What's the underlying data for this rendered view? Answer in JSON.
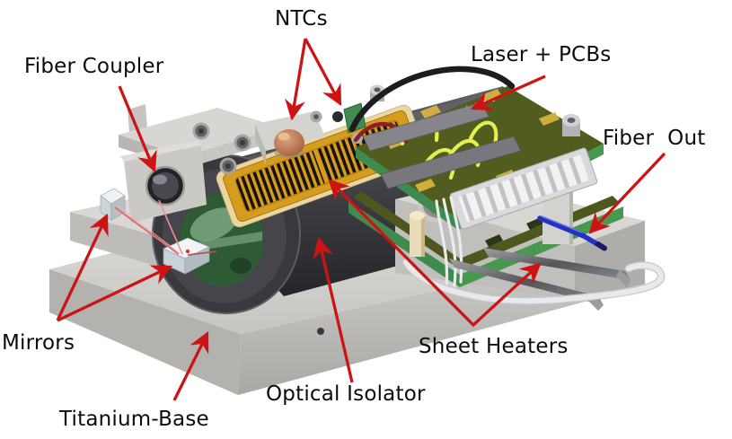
{
  "figure": {
    "background": "#ffffff",
    "annotation_color": "#cc1414",
    "labels": {
      "fiber_coupler": "Fiber Coupler",
      "ntcs": "NTCs",
      "laser_pcbs": "Laser + PCBs",
      "fiber_out": "Fiber  Out",
      "mirrors": "Mirrors",
      "sheet_heaters": "Sheet Heaters",
      "optical_isolator": "Optical Isolator",
      "titanium_base": "Titanium-Base"
    },
    "colors": {
      "base_gray": "#cfcecb",
      "isolator_dark": "#46464a",
      "heater_gold": "#d79c1e",
      "pcb_olive": "#515c1f",
      "pcb_edge_green": "#3f8a4e",
      "fiber_blue": "#2531c4",
      "ntc_copper": "#c08058",
      "beam_red": "#e07074",
      "cable_white": "#e7e9ec"
    }
  }
}
